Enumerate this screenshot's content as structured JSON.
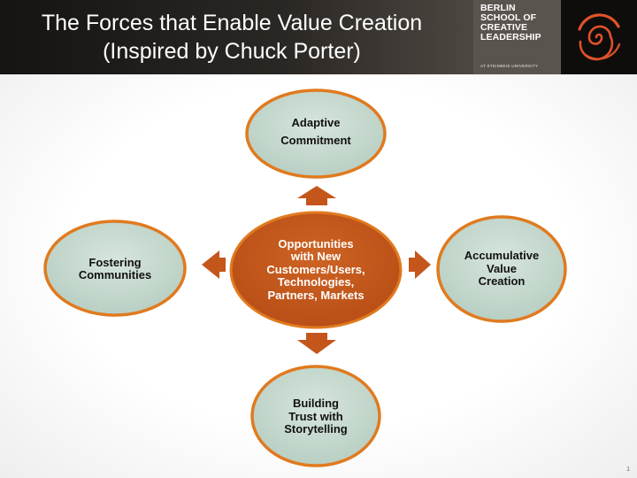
{
  "slide": {
    "title_line1": "The Forces that Enable Value Creation",
    "title_line2": "(Inspired by Chuck Porter)",
    "page_number": "1"
  },
  "logo": {
    "lines": [
      "BERLIN",
      "SCHOOL OF",
      "CREATIVE",
      "LEADERSHIP"
    ],
    "subline": "AT STEINBEIS UNIVERSITY"
  },
  "diagram": {
    "center": [
      "Opportunities",
      "with New",
      "Customers/Users,",
      "Technologies,",
      "Partners, Markets"
    ],
    "top": [
      "Adaptive",
      "Commitment"
    ],
    "right": [
      "Accumulative",
      "Value",
      "Creation"
    ],
    "bottom": [
      "Building",
      "Trust with",
      "Storytelling"
    ],
    "left": [
      "Fostering",
      "Communities"
    ]
  },
  "colors": {
    "orange": "#e07a1f",
    "center_fill": "#c4561b",
    "node_fill": "#c6d8ce",
    "arrow": "#c4561b"
  }
}
